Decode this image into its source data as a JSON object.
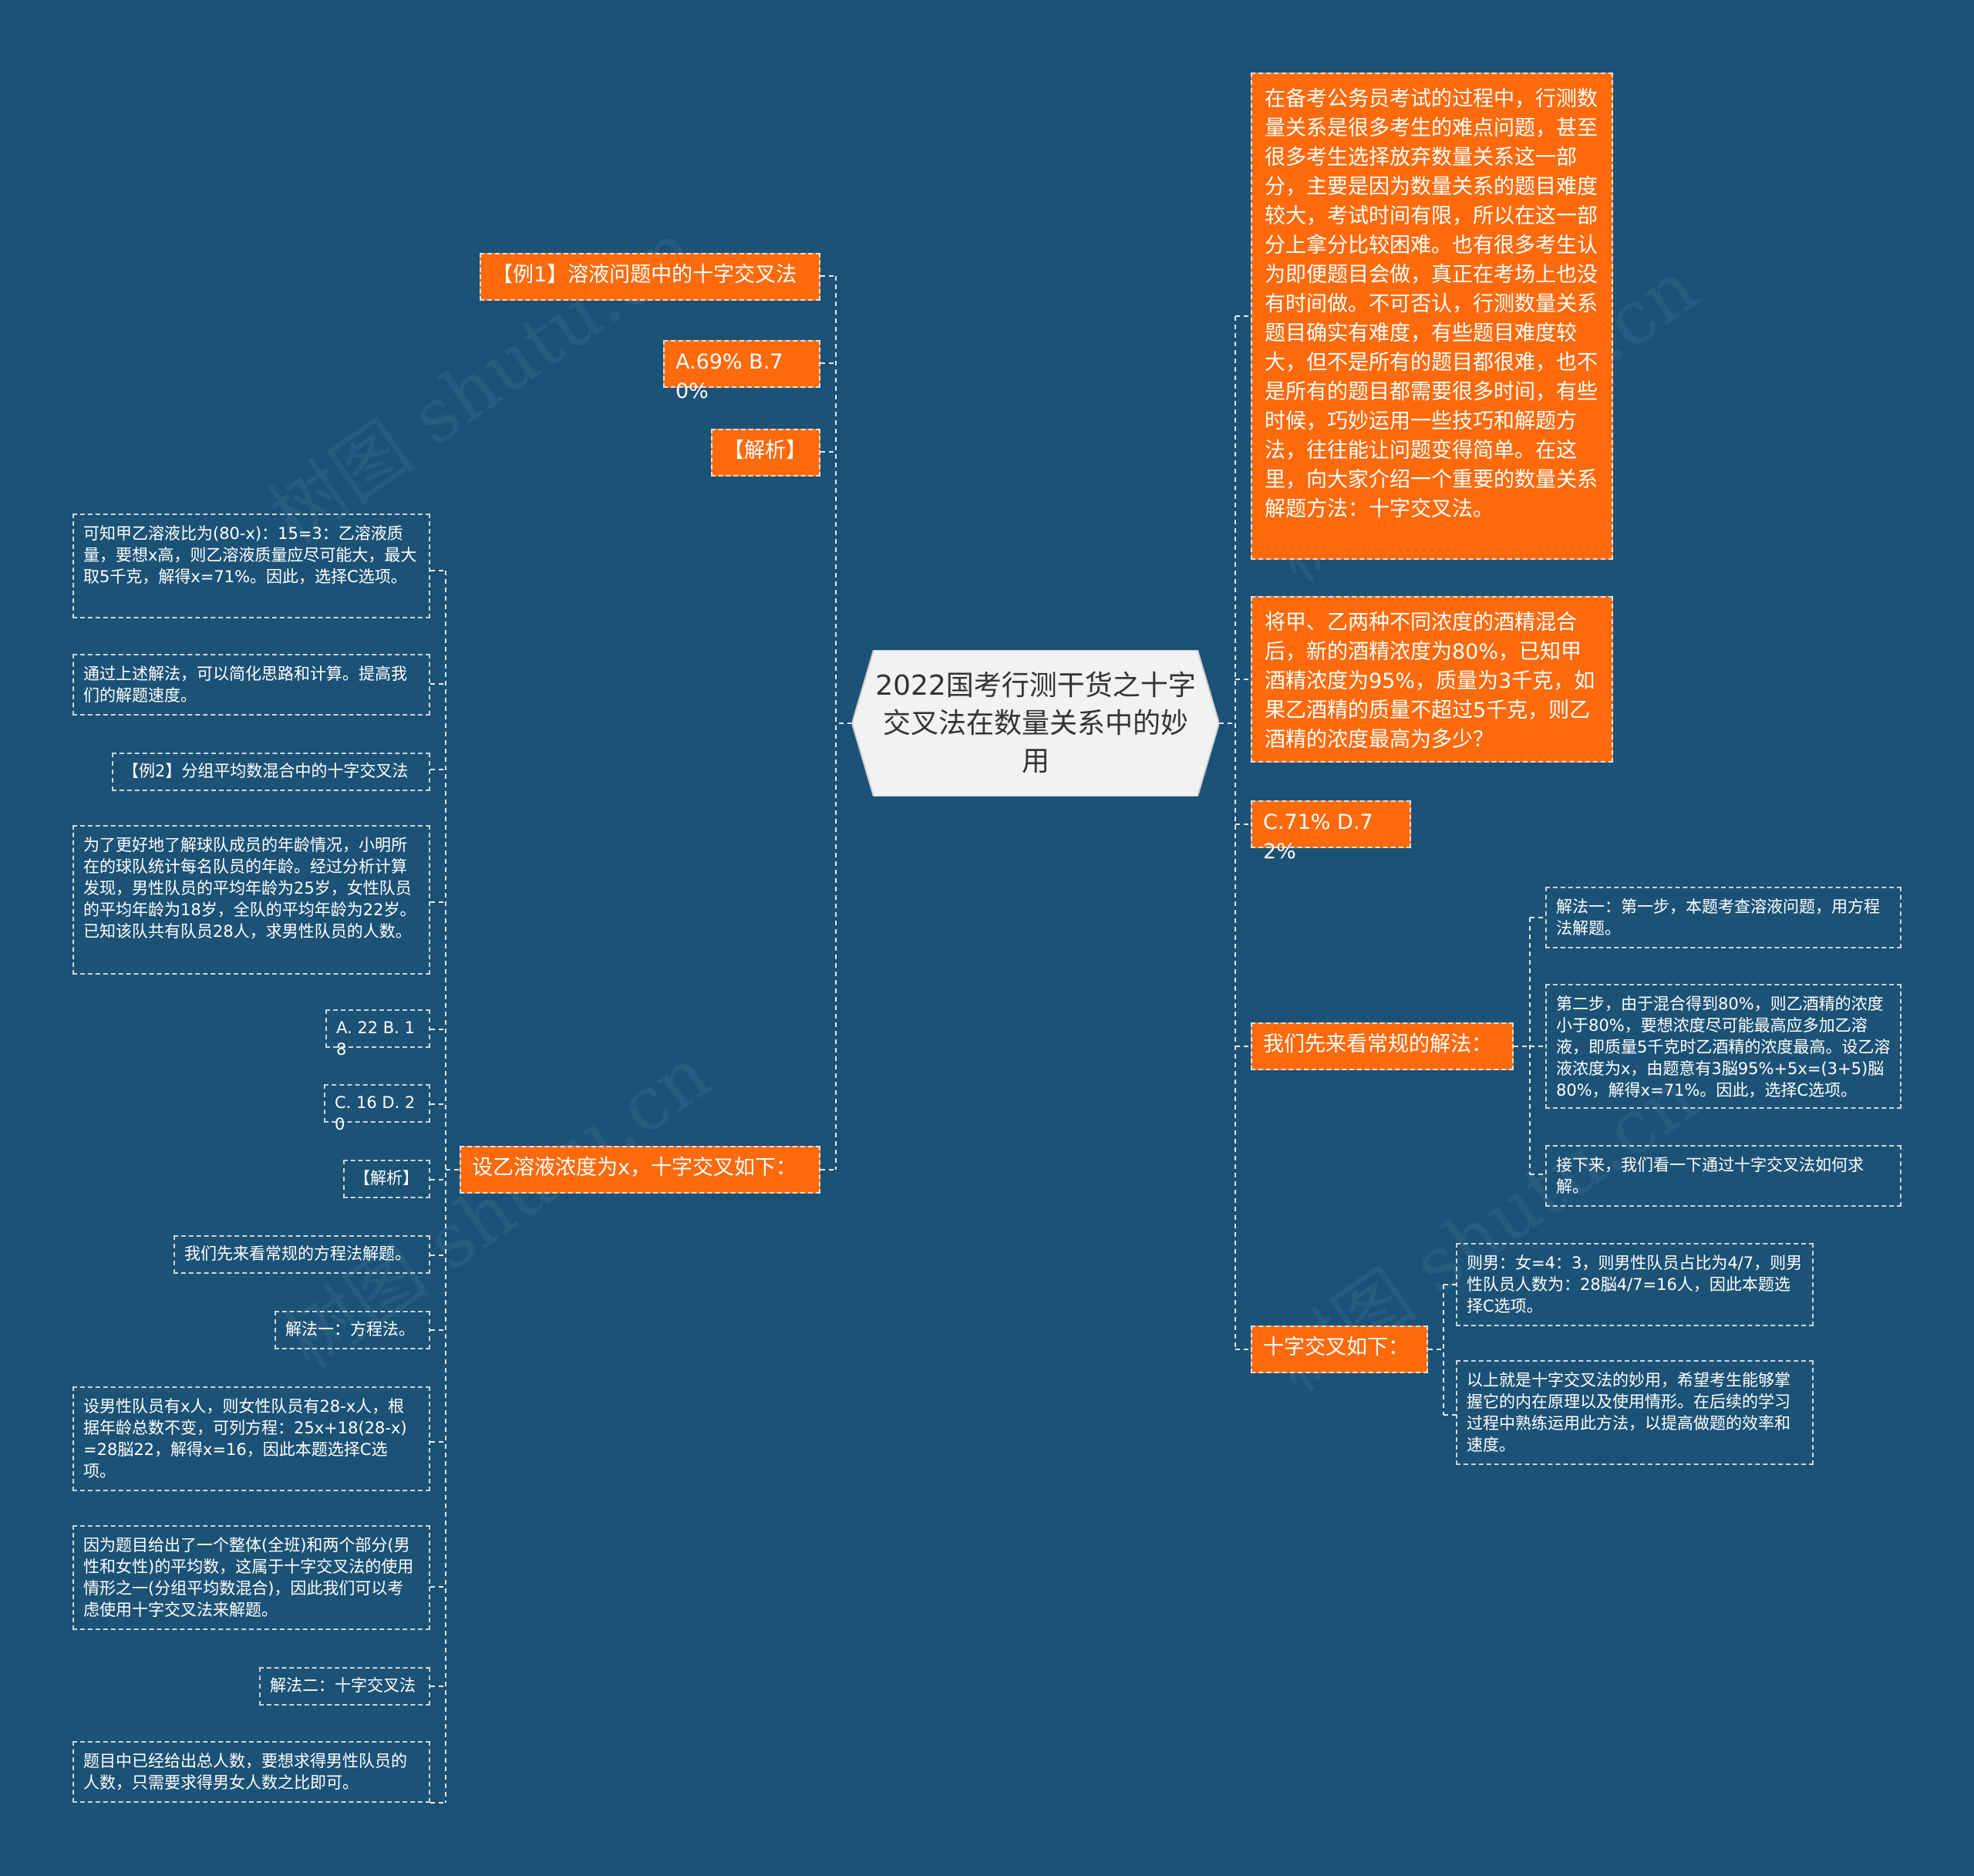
{
  "watermark": "树图 shutu.cn",
  "colors": {
    "background": "#1b5276",
    "node_fill": "#ff6a0d",
    "center_fill": "#f2f2f2",
    "line": "#e4ecf2"
  },
  "center": {
    "title": "2022国考行测干货之十字交叉法在数量关系中的妙用"
  },
  "left": {
    "ex1_title": "【例1】溶液问题中的十字交叉法",
    "ex1_options": "A.69% B.70%",
    "ex1_analysis": "【解析】",
    "set_x": "设乙溶液浓度为x，十字交叉如下：",
    "leaves": [
      "可知甲乙溶液比为(80-x)：15=3：乙溶液质量，要想x高，则乙溶液质量应尽可能大，最大取5千克，解得x=71%。因此，选择C选项。",
      "通过上述解法，可以简化思路和计算。提高我们的解题速度。",
      "【例2】分组平均数混合中的十字交叉法",
      "为了更好地了解球队成员的年龄情况，小明所在的球队统计每名队员的年龄。经过分析计算发现，男性队员的平均年龄为25岁，女性队员的平均年龄为18岁，全队的平均年龄为22岁。已知该队共有队员28人，求男性队员的人数。",
      "A. 22 B. 18",
      "C. 16 D. 20",
      "【解析】",
      "我们先来看常规的方程法解题。",
      "解法一：方程法。",
      "设男性队员有x人，则女性队员有28-x人，根据年龄总数不变，可列方程：25x+18(28-x)=28脳22，解得x=16，因此本题选择C选项。",
      "因为题目给出了一个整体(全班)和两个部分(男性和女性)的平均数，这属于十字交叉法的使用情形之一(分组平均数混合)，因此我们可以考虑使用十字交叉法来解题。",
      "解法二：十字交叉法",
      "题目中已经给出总人数，要想求得男性队员的人数，只需要求得男女人数之比即可。"
    ]
  },
  "right": {
    "intro": "在备考公务员考试的过程中，行测数量关系是很多考生的难点问题，甚至很多考生选择放弃数量关系这一部分，主要是因为数量关系的题目难度较大，考试时间有限，所以在这一部分上拿分比较困难。也有很多考生认为即便题目会做，真正在考场上也没有时间做。不可否认，行测数量关系题目确实有难度，有些题目难度较大，但不是所有的题目都很难，也不是所有的题目都需要很多时间，有些时候，巧妙运用一些技巧和解题方法，往往能让问题变得简单。在这里，向大家介绍一个重要的数量关系解题方法：十字交叉法。",
    "question": "将甲、乙两种不同浓度的酒精混合后，新的酒精浓度为80%，已知甲酒精浓度为95%，质量为3千克，如果乙酒精的质量不超过5千克，则乙酒精的浓度最高为多少？",
    "options": "C.71% D.72%",
    "regular": "我们先来看常规的解法：",
    "regular_leaves": [
      "解法一：第一步，本题考查溶液问题，用方程法解题。",
      "第二步，由于混合得到80%，则乙酒精的浓度小于80%，要想浓度尽可能最高应多加乙溶液，即质量5千克时乙酒精的浓度最高。设乙溶液浓度为x，由题意有3脳95%+5x=(3+5)脳80%，解得x=71%。因此，选择C选项。",
      "接下来，我们看一下通过十字交叉法如何求解。"
    ],
    "cross": "十字交叉如下：",
    "cross_leaves": [
      "则男：女=4：3，则男性队员占比为4/7，则男性队员人数为：28脳4/7=16人，因此本题选择C选项。",
      "以上就是十字交叉法的妙用，希望考生能够掌握它的内在原理以及使用情形。在后续的学习过程中熟练运用此方法，以提高做题的效率和速度。"
    ]
  }
}
